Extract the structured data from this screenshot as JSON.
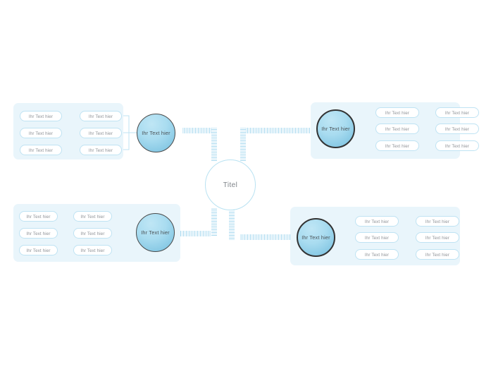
{
  "diagram": {
    "type": "mind-map",
    "title_node": {
      "label": "Titel"
    },
    "leaf_label": "Ihr Text hier",
    "branch_label": "Ihr Text hier",
    "colors": {
      "canvas": "#ffffff",
      "panel": "#e9f5fb",
      "pill_border": "#bfe3f3",
      "pill_fill": "#ffffff",
      "branch_fill": "#a9dcf0",
      "branch_border": "#4a4a4a",
      "center_border": "#b9e2f2",
      "connector": "#a8d9ef",
      "text": "#8d9196"
    },
    "branches": [
      {
        "id": "top-left",
        "node": {
          "label": "Ihr Text hier"
        },
        "inner_leaves": [
          {
            "label": "Ihr Text hier"
          },
          {
            "label": "Ihr Text hier"
          },
          {
            "label": "Ihr Text hier"
          }
        ],
        "outer_leaves": [
          {
            "label": "Ihr Text hier"
          },
          {
            "label": "Ihr Text hier"
          },
          {
            "label": "Ihr Text hier"
          }
        ]
      },
      {
        "id": "top-right",
        "node": {
          "label": "Ihr Text hier"
        },
        "inner_leaves": [
          {
            "label": "Ihr Text hier"
          },
          {
            "label": "Ihr Text hier"
          },
          {
            "label": "Ihr Text hier"
          }
        ],
        "outer_leaves": [
          {
            "label": "Ihr Text hier"
          },
          {
            "label": "Ihr Text hier"
          },
          {
            "label": "Ihr Text hier"
          }
        ]
      },
      {
        "id": "bottom-left",
        "node": {
          "label": "Ihr Text hier"
        },
        "inner_leaves": [
          {
            "label": "Ihr Text hier"
          },
          {
            "label": "Ihr Text hier"
          },
          {
            "label": "Ihr Text hier"
          }
        ],
        "outer_leaves": [
          {
            "label": "Ihr Text hier"
          },
          {
            "label": "Ihr Text hier"
          },
          {
            "label": "Ihr Text hier"
          }
        ]
      },
      {
        "id": "bottom-right",
        "node": {
          "label": "Ihr Text hier"
        },
        "inner_leaves": [
          {
            "label": "Ihr Text hier"
          },
          {
            "label": "Ihr Text hier"
          },
          {
            "label": "Ihr Text hier"
          }
        ],
        "outer_leaves": [
          {
            "label": "Ihr Text hier"
          },
          {
            "label": "Ihr Text hier"
          },
          {
            "label": "Ihr Text hier"
          }
        ]
      }
    ]
  }
}
